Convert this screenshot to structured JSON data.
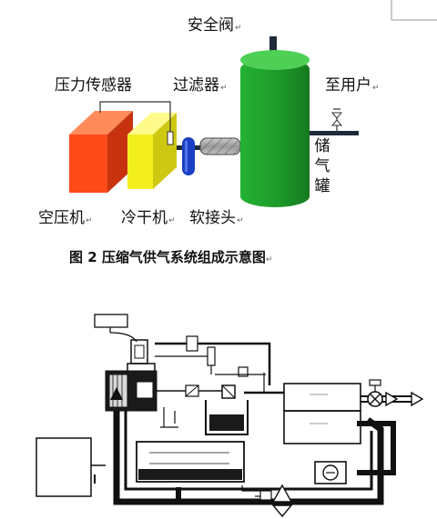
{
  "figure_top": {
    "labels": {
      "safety_valve": "安全阀",
      "pressure_sensor": "压力传感器",
      "filter": "过滤器",
      "to_user": "至用户",
      "tank": "储气罐",
      "compressor": "空压机",
      "dryer": "冷干机",
      "soft_joint": "软接头"
    },
    "caption": "图 2 压缩气供气系统组成示意图",
    "para_mark": "↵",
    "colors": {
      "compressor": "#ff4a1a",
      "dryer": "#f3ef1e",
      "filter": "#1a3fc2",
      "tank": "#1f9a2a",
      "pipe": "#1e2a3a"
    }
  },
  "figure_bottom": {
    "description_visible_text": []
  }
}
